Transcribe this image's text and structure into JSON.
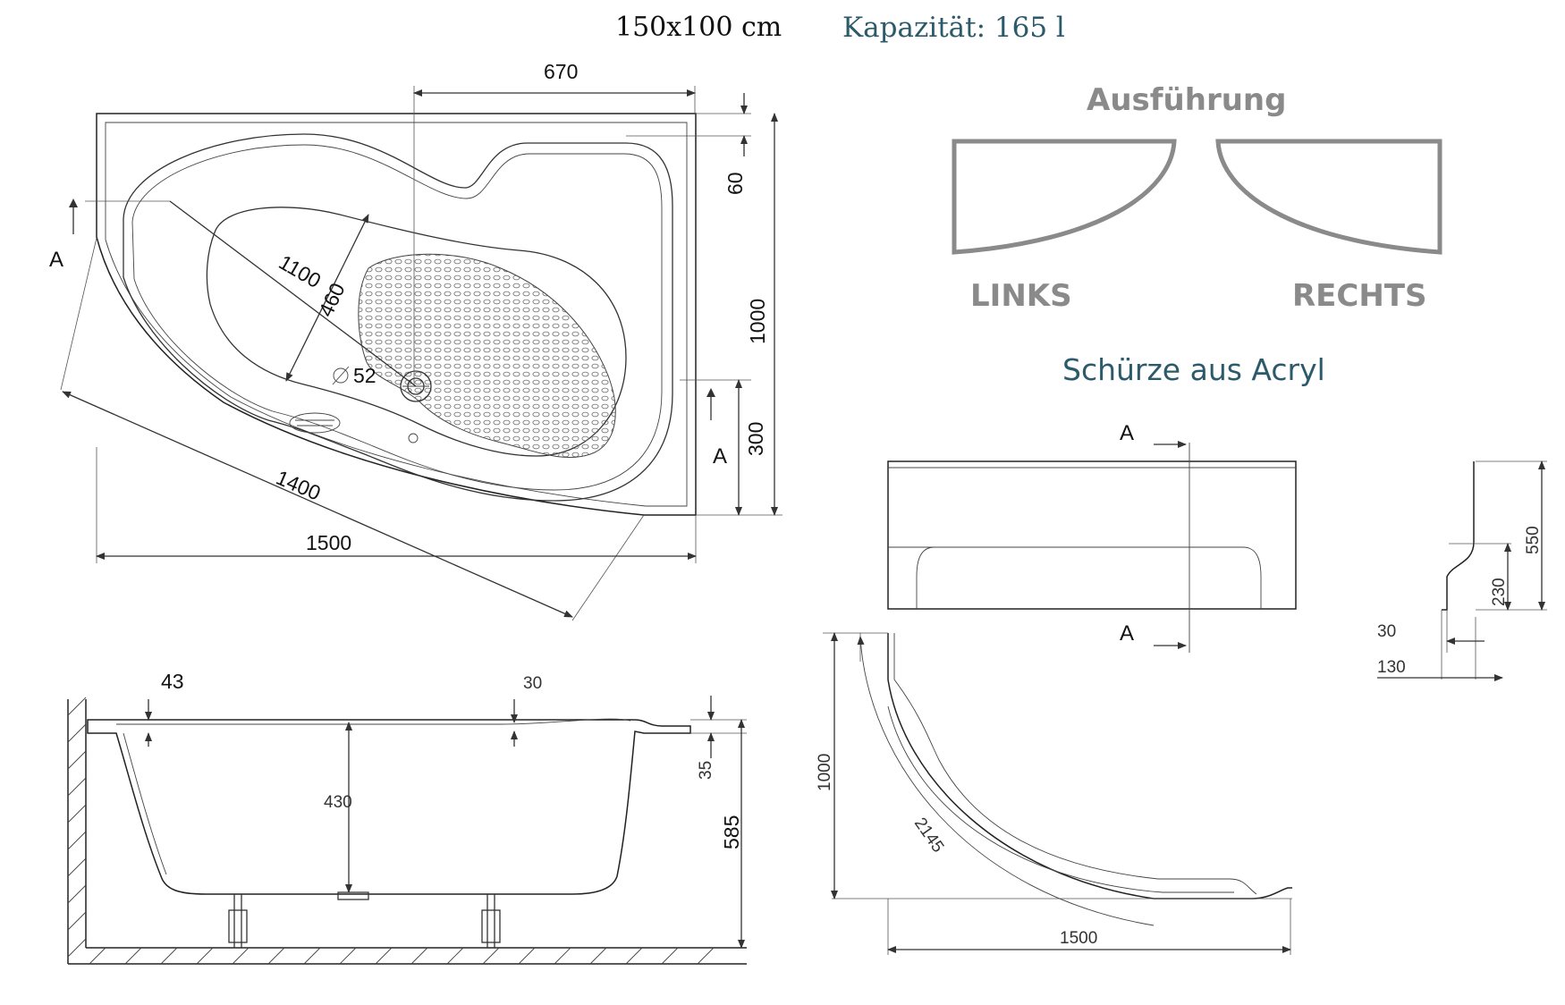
{
  "header": {
    "size": "150x100 cm",
    "capacity": "Kapazität: 165 l",
    "capacity_color": "#2c5a6b"
  },
  "top_view": {
    "dims": {
      "d670": "670",
      "d60": "60",
      "d1000": "1000",
      "d300": "300",
      "d1100": "1100",
      "d460": "460",
      "d52": "52",
      "d1400": "1400",
      "d1500": "1500"
    },
    "section_marks": {
      "left": "A",
      "right": "A"
    }
  },
  "variants": {
    "title": "Ausführung",
    "left": "LINKS",
    "right": "RECHTS"
  },
  "skirt": {
    "title": "Schürze aus Acryl",
    "title_color": "#2c5a6b",
    "section_marks": {
      "top": "A",
      "bottom": "A"
    },
    "dims": {
      "d550": "550",
      "d230": "230",
      "d30": "30",
      "d130": "130",
      "d1000": "1000",
      "d2145": "2145",
      "d1500": "1500"
    }
  },
  "side_view": {
    "dims": {
      "d43": "43",
      "d30": "30",
      "d35": "35",
      "d430": "430",
      "d585": "585"
    }
  }
}
